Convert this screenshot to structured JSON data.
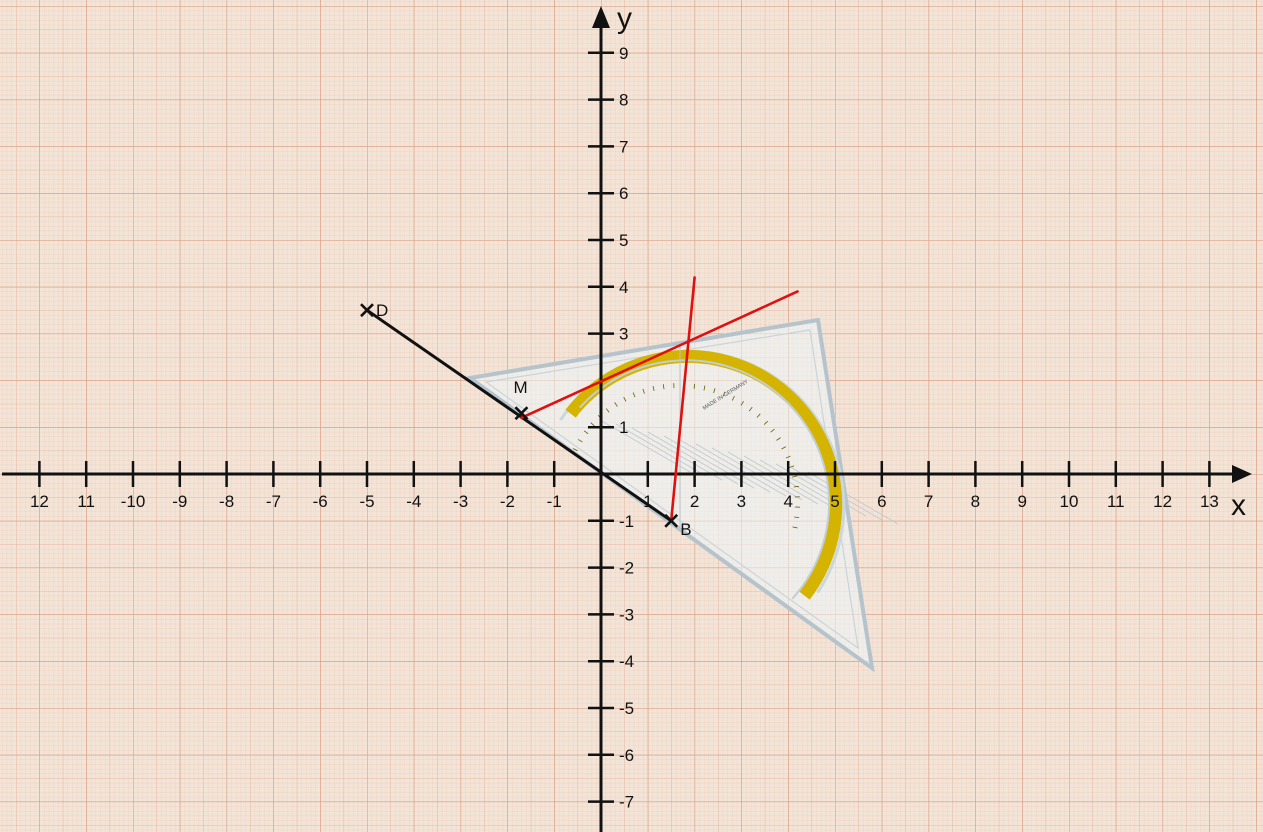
{
  "axes": {
    "x_label": "x",
    "y_label": "y",
    "x_ticks": [
      {
        "value": -12,
        "label": "12"
      },
      {
        "value": -11,
        "label": "11"
      },
      {
        "value": -10,
        "label": "-10"
      },
      {
        "value": -9,
        "label": "-9"
      },
      {
        "value": -8,
        "label": "-8"
      },
      {
        "value": -7,
        "label": "-7"
      },
      {
        "value": -6,
        "label": "-6"
      },
      {
        "value": -5,
        "label": "-5"
      },
      {
        "value": -4,
        "label": "-4"
      },
      {
        "value": -3,
        "label": "-3"
      },
      {
        "value": -2,
        "label": "-2"
      },
      {
        "value": -1,
        "label": "-1"
      },
      {
        "value": 1,
        "label": "1"
      },
      {
        "value": 2,
        "label": "2"
      },
      {
        "value": 3,
        "label": "3"
      },
      {
        "value": 4,
        "label": "4"
      },
      {
        "value": 5,
        "label": "5"
      },
      {
        "value": 6,
        "label": "6"
      },
      {
        "value": 7,
        "label": "7"
      },
      {
        "value": 8,
        "label": "8"
      },
      {
        "value": 9,
        "label": "9"
      },
      {
        "value": 10,
        "label": "10"
      },
      {
        "value": 11,
        "label": "11"
      },
      {
        "value": 12,
        "label": "12"
      },
      {
        "value": 13,
        "label": "13"
      }
    ],
    "y_ticks": [
      {
        "value": 9,
        "label": "9"
      },
      {
        "value": 8,
        "label": "8"
      },
      {
        "value": 7,
        "label": "7"
      },
      {
        "value": 6,
        "label": "6"
      },
      {
        "value": 5,
        "label": "5"
      },
      {
        "value": 4,
        "label": "4"
      },
      {
        "value": 3,
        "label": "3"
      },
      {
        "value": 1,
        "label": "1"
      },
      {
        "value": -1,
        "label": "-1"
      },
      {
        "value": -2,
        "label": "-2"
      },
      {
        "value": -3,
        "label": "-3"
      },
      {
        "value": -4,
        "label": "-4"
      },
      {
        "value": -5,
        "label": "-5"
      },
      {
        "value": -6,
        "label": "-6"
      },
      {
        "value": -7,
        "label": "-7"
      }
    ]
  },
  "points": [
    {
      "name": "D",
      "x": -5,
      "y": 3.5
    },
    {
      "name": "M",
      "x": -1.7,
      "y": 1.3
    },
    {
      "name": "B",
      "x": 1.5,
      "y": -1
    }
  ],
  "segments": [
    {
      "from": [
        -5,
        3.5
      ],
      "to": [
        1.5,
        -1
      ],
      "color": "#111111"
    },
    {
      "from": [
        -1.7,
        1.2
      ],
      "to": [
        4.2,
        3.9
      ],
      "color": "#e01010"
    },
    {
      "from": [
        1.5,
        -1
      ],
      "to": [
        2,
        4.2
      ],
      "color": "#e01010"
    }
  ],
  "tool": {
    "name": "set square with protractor",
    "imprint": "MADE IN GERMANY",
    "arc_color": "#d4b400"
  }
}
